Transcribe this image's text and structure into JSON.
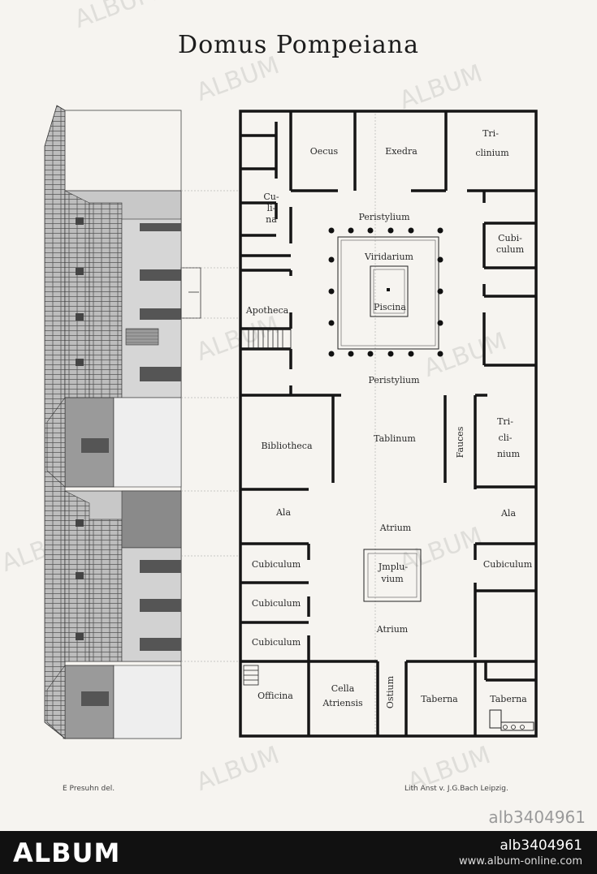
{
  "title": "Domus Pompeiana",
  "credits": {
    "left": "E Presuhn del.",
    "right": "Lith Anst v. J.G.Bach Leipzig."
  },
  "watermark": {
    "text": "ALBUM",
    "id": "alb3404961"
  },
  "footer": {
    "logo": "ALBUM",
    "id": "alb3404961",
    "site": "www.album-online.com"
  },
  "rooms": {
    "oecus": "Oecus",
    "exedra": "Exedra",
    "triclinium_top_1": "Tri-",
    "triclinium_top_2": "clinium",
    "culina_1": "Cu-",
    "culina_2": "li-",
    "culina_3": "na",
    "peristylium_top": "Peristylium",
    "viridarium": "Viridarium",
    "piscina": "Piscina",
    "cubiculum_top_1": "Cubi-",
    "cubiculum_top_2": "culum",
    "apotheca": "Apotheca",
    "peristylium_bottom": "Peristylium",
    "bibliotheca": "Bibliotheca",
    "tablinum": "Tablinum",
    "fauces": "Fauces",
    "triclinium_mid_1": "Tri-",
    "triclinium_mid_2": "cli-",
    "triclinium_mid_3": "nium",
    "ala_left": "Ala",
    "ala_right": "Ala",
    "atrium_top": "Atrium",
    "cubiculum_1": "Cubiculum",
    "cubiculum_2": "Cubiculum",
    "cubiculum_3": "Cubiculum",
    "cubiculum_right": "Cubiculum",
    "impluvium_1": "Jmplu-",
    "impluvium_2": "vium",
    "atrium_bottom": "Atrium",
    "officina": "Officina",
    "cella_1": "Cella",
    "cella_2": "Atriensis",
    "ostium": "Ostium",
    "taberna_left": "Taberna",
    "taberna_right": "Taberna"
  }
}
